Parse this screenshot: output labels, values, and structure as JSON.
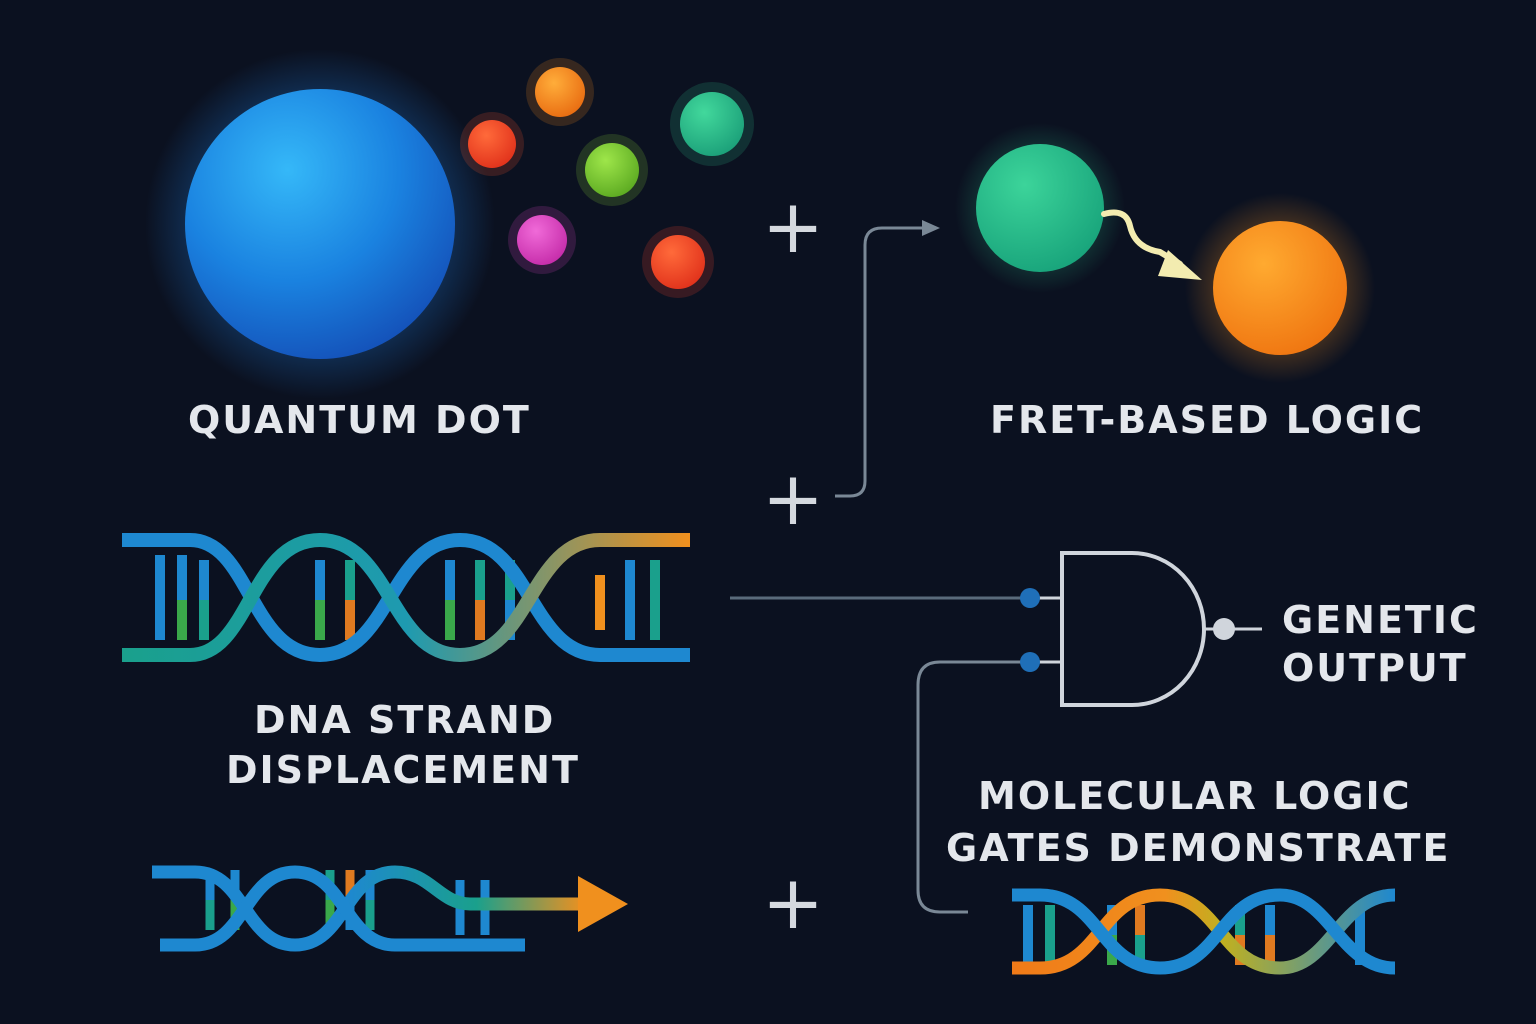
{
  "labels": {
    "quantum_dot": "QUANTUM DOT",
    "fret_logic": "FRET-BASED LOGIC",
    "dna_line1": "DNA STRAND",
    "dna_line2": "DISPLACEMENT",
    "genetic_line1": "GENETIC",
    "genetic_line2": "OUTPUT",
    "molecular_line1": "MOLECULAR LOGIC",
    "molecular_line2": "GATES DEMONSTRATE"
  },
  "symbols": {
    "plus": "+"
  },
  "colors": {
    "background": "#0b1120",
    "quantum_dot": "#1f7fe0",
    "dna_blue": "#1e88d0",
    "dna_teal": "#14a79a",
    "dna_orange": "#f0901e",
    "donor_green": "#2cc28a",
    "acceptor_orange": "#f7921e",
    "wire": "#7a8896"
  },
  "particles": [
    "orange",
    "red",
    "green",
    "lime",
    "magenta",
    "red"
  ]
}
